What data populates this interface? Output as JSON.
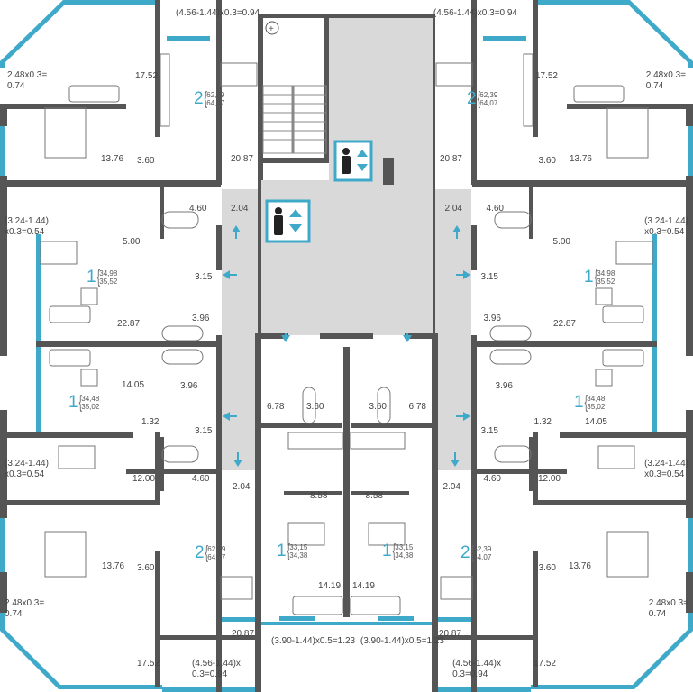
{
  "colors": {
    "wall": "#555555",
    "glass": "#3fa9c9",
    "corridor": "#d9d9d9",
    "accent": "#3fa9c9"
  },
  "left": [
    "(4.56-1.44)x0.3=0.94",
    "2.48x0.3=\n0.74",
    "17.52",
    "13.76",
    "3.60",
    "20.87",
    "4.60",
    "2.04",
    "(3.24-1.44)\nx0.3=0.54",
    "5.00",
    "3.15",
    "3.96",
    "22.87",
    "14.05",
    "3.96",
    "1.32",
    "3.15",
    "(3.24-1.44)\nx0.3=0.54",
    "12.00",
    "4.60",
    "2.04",
    "6.78",
    "3.60",
    "8.58",
    "14.19",
    "(3.90-1.44)x0.5=1.23",
    "13.76",
    "3.60",
    "2.48x0.3=\n0.74",
    "20.87",
    "(4.56-1.44)x\n0.3=0.94",
    "17.52"
  ],
  "right": [
    "(4.56-1.44)x0.3=0.94",
    "2.48x0.3=\n0.74",
    "17.52",
    "13.76",
    "3.60",
    "20.87",
    "4.60",
    "2.04",
    "(3.24-1.44)\nx0.3=0.54",
    "5.00",
    "3.15",
    "3.96",
    "22.87",
    "14.05",
    "3.96",
    "1.32",
    "3.15",
    "(3.24-1.44)\nx0.3=0.54",
    "12.00",
    "4.60",
    "2.04",
    "6.78",
    "3.60",
    "8.58",
    "14.19",
    "(3.90-1.44)x0.5=1.23",
    "13.76",
    "3.60",
    "2.48x0.3=\n0.74",
    "20.87",
    "(4.56-1.44)x\n0.3=0.94",
    "17.52"
  ],
  "units": [
    {
      "rooms": "2",
      "a": "62,39",
      "b": "64,07"
    },
    {
      "rooms": "1",
      "a": "34,98",
      "b": "35,52"
    },
    {
      "rooms": "1",
      "a": "34,48",
      "b": "35,02"
    },
    {
      "rooms": "1",
      "a": "33,15",
      "b": "34,38"
    },
    {
      "rooms": "2",
      "a": "62,39",
      "b": "64,07"
    },
    {
      "rooms": "2",
      "a": "62,39",
      "b": "64,07"
    },
    {
      "rooms": "1",
      "a": "34,98",
      "b": "35,52"
    },
    {
      "rooms": "1",
      "a": "34,48",
      "b": "35,02"
    },
    {
      "rooms": "1",
      "a": "33,15",
      "b": "34,38"
    },
    {
      "rooms": "2",
      "a": "62,39",
      "b": "64,07"
    }
  ],
  "icons": [
    "elevator-icon",
    "elevator-icon",
    "entry-arrow-icon",
    "stair-icon",
    "smoke-detector-icon"
  ]
}
